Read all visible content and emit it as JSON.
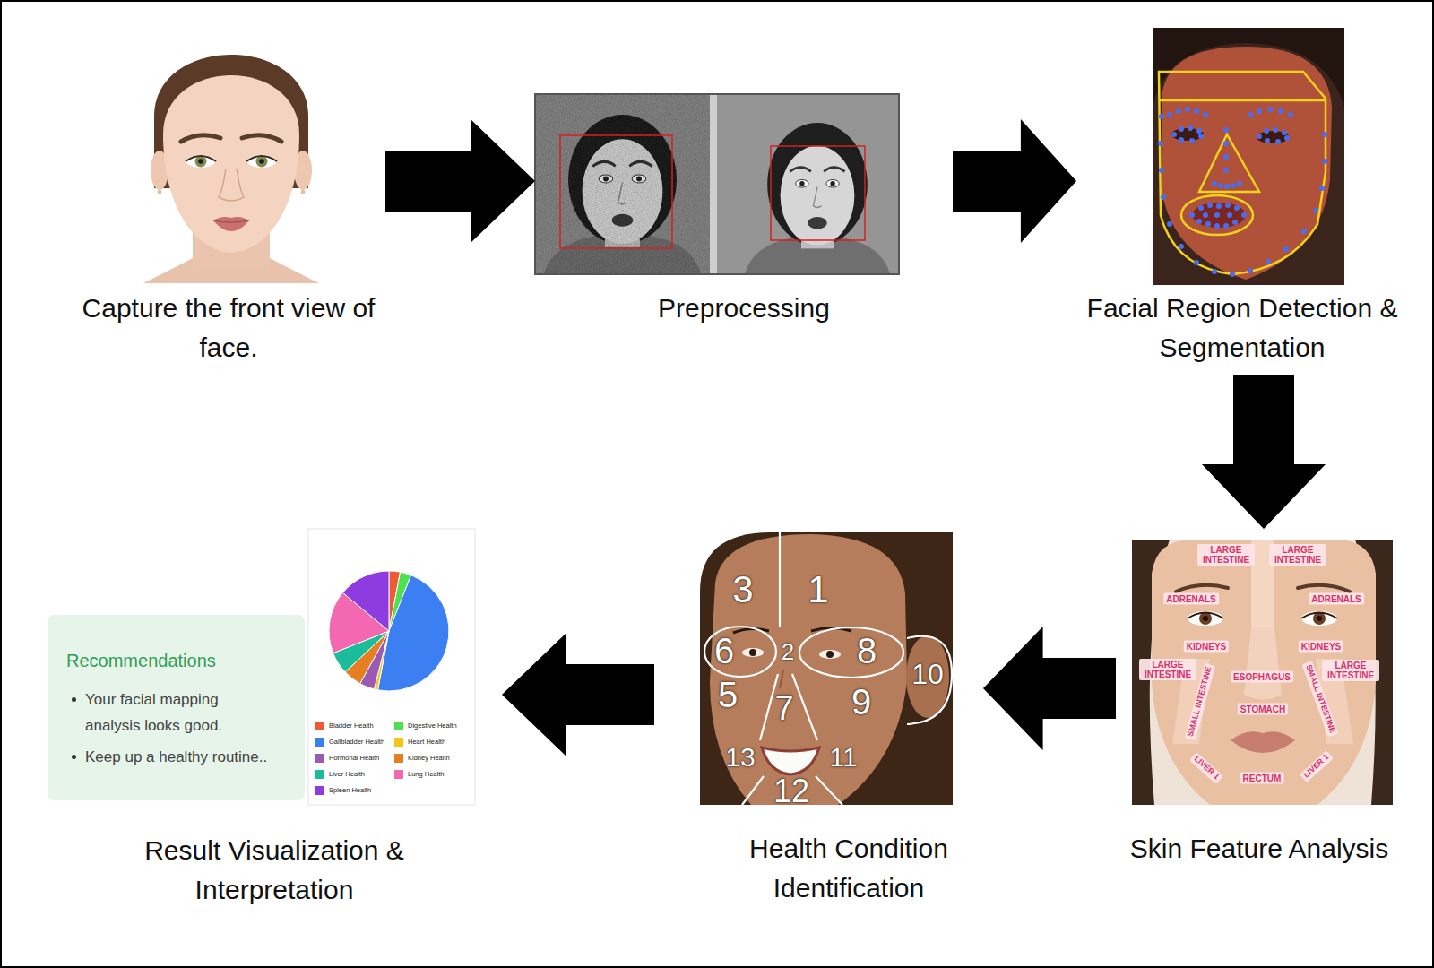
{
  "diagram": {
    "nodes": [
      {
        "text": [
          "Capture the front view of face."
        ]
      },
      {
        "text": [
          "Preprocessing"
        ]
      },
      {
        "text": [
          "Facial Region Detection & Segmentation"
        ]
      },
      {
        "text": [
          "Skin Feature Analysis"
        ]
      },
      {
        "text": [
          "Health Condition Identification"
        ]
      },
      {
        "text": [
          "Result Visualization & Interpretation"
        ]
      },
      {
        "text": [
          "Recommendations",
          "Your facial mapping analysis looks good.",
          "Keep up a healthy routine.."
        ],
        "in": 5
      }
    ],
    "edges": [
      {
        "from": 0,
        "to": 1,
        "arrow": "to"
      },
      {
        "from": 1,
        "to": 2,
        "arrow": "to"
      },
      {
        "from": 2,
        "to": 3,
        "arrow": "to"
      },
      {
        "from": 3,
        "to": 4,
        "arrow": "to"
      },
      {
        "from": 4,
        "to": 5,
        "arrow": "to"
      }
    ],
    "labels": [
      "3",
      "1",
      "6",
      "2",
      "8",
      "10",
      "5",
      "7",
      "9",
      "13",
      "11",
      "12",
      "LARGE INTESTINE",
      "LARGE INTESTINE",
      "ADRENALS",
      "ADRENALS",
      "KIDNEYS",
      "KIDNEYS",
      "LARGE INTESTINE",
      "ESOPHAGUS",
      "LARGE INTESTINE",
      "SMALL INTESTINE",
      "STOMACH",
      "SMALL INTESTINE",
      "LIVER 1",
      "RECTUM",
      "LIVER 1"
    ],
    "legend": [
      {
        "text": "Bladder Health",
        "color": "#ee5a36"
      },
      {
        "text": "Digestive Health",
        "color": "#4ee04e"
      },
      {
        "text": "Gallbladder Health",
        "color": "#3b7ff2"
      },
      {
        "text": "Heart Health",
        "color": "#f5c518"
      },
      {
        "text": "Hormonal Health",
        "color": "#9b59b6"
      },
      {
        "text": "Kidney Health",
        "color": "#e67e22"
      },
      {
        "text": "Liver Health",
        "color": "#1abc9c"
      },
      {
        "text": "Lung Health",
        "color": "#f368b0"
      },
      {
        "text": "Spleen Health",
        "color": "#8e3be0"
      }
    ]
  }
}
